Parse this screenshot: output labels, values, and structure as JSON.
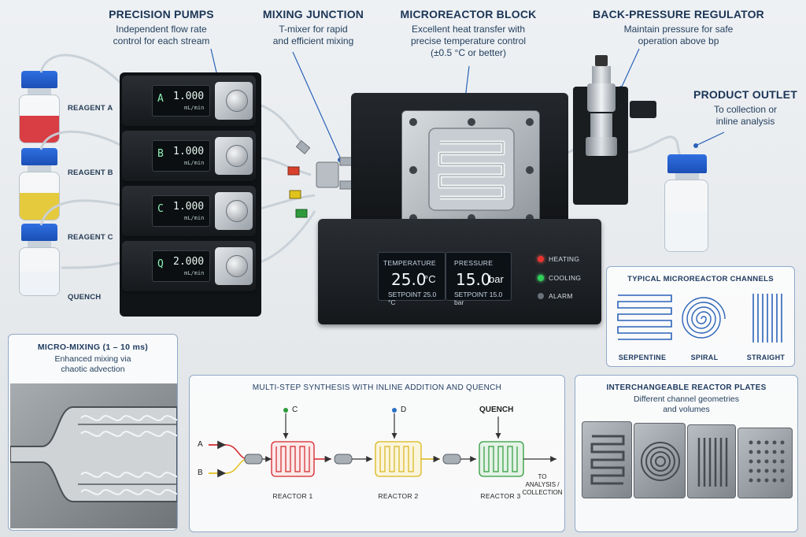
{
  "headers": {
    "pumps": {
      "title": "PRECISION PUMPS",
      "desc1": "Independent flow rate",
      "desc2": "control for each stream"
    },
    "mixing": {
      "title": "MIXING JUNCTION",
      "desc1": "T-mixer for rapid",
      "desc2": "and efficient mixing"
    },
    "reactor": {
      "title": "MICROREACTOR BLOCK",
      "desc1": "Excellent heat transfer with",
      "desc2": "precise temperature control",
      "desc3": "(±0.5 °C or better)"
    },
    "bpr": {
      "title": "BACK-PRESSURE REGULATOR",
      "desc1": "Maintain pressure for safe",
      "desc2": "operation above bp"
    },
    "outlet": {
      "title": "PRODUCT OUTLET",
      "desc1": "To collection or",
      "desc2": "inline analysis"
    }
  },
  "reagents": [
    {
      "label": "REAGENT A",
      "color": "#d4242a"
    },
    {
      "label": "REAGENT B",
      "color": "#e2c21d"
    },
    {
      "label": "REAGENT C",
      "color": "#e9eef2"
    },
    {
      "label": "QUENCH",
      "color": "#e9eef2"
    }
  ],
  "pumps": [
    {
      "channel": "A",
      "value": "1.000",
      "unit": "mL/min"
    },
    {
      "channel": "B",
      "value": "1.000",
      "unit": "mL/min"
    },
    {
      "channel": "C",
      "value": "1.000",
      "unit": "mL/min"
    },
    {
      "channel": "Q",
      "value": "2.000",
      "unit": "mL/min"
    }
  ],
  "controller": {
    "temp_label": "TEMPERATURE",
    "temp_value": "25.0",
    "temp_unit": "°C",
    "temp_setpoint": "SETPOINT  25.0 °C",
    "press_label": "PRESSURE",
    "press_value": "15.0",
    "press_unit": "bar",
    "press_setpoint": "SETPOINT  15.0 bar",
    "leds": [
      {
        "label": "HEATING",
        "color": "#e8332f"
      },
      {
        "label": "COOLING",
        "color": "#2fd05a"
      },
      {
        "label": "ALARM",
        "color": "#6b7178"
      }
    ]
  },
  "channels_panel": {
    "title": "TYPICAL MICROREACTOR CHANNELS",
    "items": [
      "SERPENTINE",
      "SPIRAL",
      "STRAIGHT"
    ]
  },
  "micromixing_panel": {
    "title": "MICRO-MIXING (1 – 10 ms)",
    "desc1": "Enhanced mixing via",
    "desc2": "chaotic advection"
  },
  "synthesis_panel": {
    "title": "MULTI-STEP SYNTHESIS WITH INLINE ADDITION AND QUENCH",
    "inputs": {
      "a": "A",
      "b": "B",
      "c": "C",
      "d": "D",
      "quench": "QUENCH"
    },
    "reactors": [
      "REACTOR 1",
      "REACTOR 2",
      "REACTOR 3"
    ],
    "output1": "TO",
    "output2": "ANALYSIS /",
    "output3": "COLLECTION",
    "colors": {
      "a": "#d4242a",
      "b": "#e2c21d",
      "c": "#2e9a3c",
      "d": "#2a6fc4",
      "r1": "#d4242a",
      "r2": "#d8b61a",
      "r3": "#2e9a3c"
    }
  },
  "plates_panel": {
    "title": "INTERCHANGEABLE REACTOR PLATES",
    "desc1": "Different channel geometries",
    "desc2": "and volumes"
  }
}
